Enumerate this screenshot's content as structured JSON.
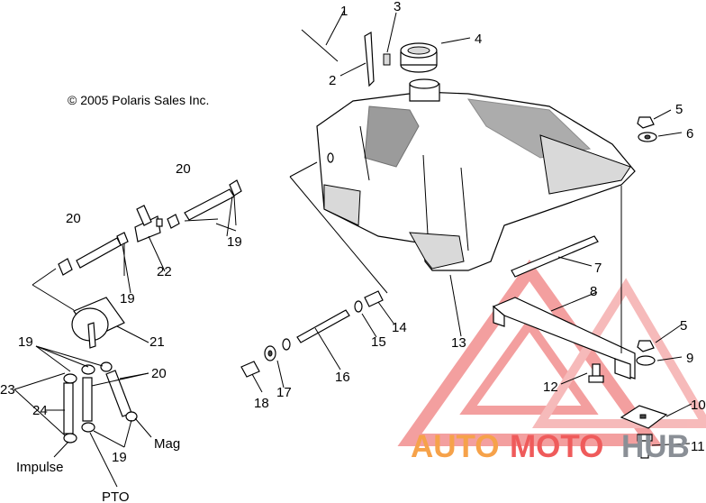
{
  "copyright": "© 2005 Polaris Sales Inc.",
  "callouts": [
    "1",
    "2",
    "3",
    "4",
    "5",
    "6",
    "7",
    "8",
    "5",
    "9",
    "10",
    "11",
    "12",
    "13",
    "14",
    "15",
    "16",
    "17",
    "18",
    "19",
    "19",
    "19",
    "19",
    "20",
    "20",
    "20",
    "21",
    "22",
    "23",
    "24"
  ],
  "labels": {
    "mag": "Mag",
    "pto": "PTO",
    "impulse": "Impulse"
  },
  "watermark": {
    "part1": "AUTO",
    "part2": "MOTO",
    "part3": "HUB"
  }
}
